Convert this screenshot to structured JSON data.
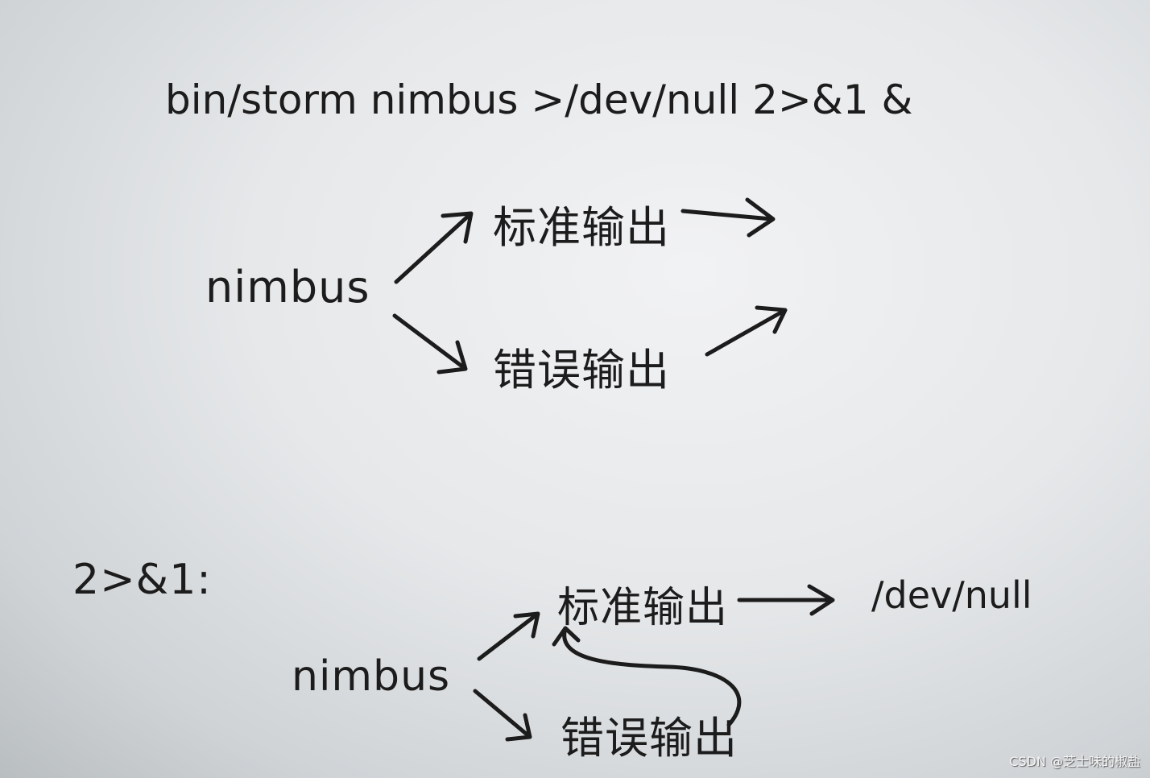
{
  "command": "bin/storm nimbus >/dev/null 2>&1 &",
  "top_diagram": {
    "source": "nimbus",
    "stdout": "标准输出",
    "stderr": "错误输出"
  },
  "bottom_diagram": {
    "label": "2>&1:",
    "source": "nimbus",
    "stdout": "标准输出",
    "target": "/dev/null",
    "stderr": "错误输出"
  },
  "watermark": "CSDN @芝士味的椒盐",
  "colors": {
    "ink": "#1c1c1c",
    "paper": "#e6e8ea"
  }
}
